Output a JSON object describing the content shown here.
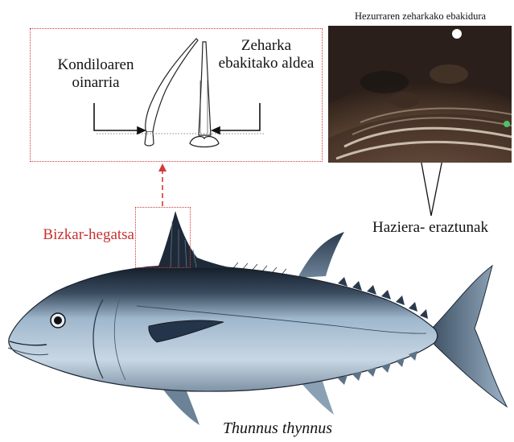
{
  "labels": {
    "condyle_base": "Kondiloaren oinarria",
    "cross_section_area": "Zeharka ebakitako aldea",
    "bone_cross_section": "Hezurraren zeharkako ebakidura",
    "growth_rings": "Haziera- eraztunak",
    "dorsal_fin": "Bizkar-hegatsa",
    "species": "Thunnus thynnus"
  },
  "colors": {
    "red_dotted": "#d23a3a",
    "label_red": "#c83232",
    "fish_body": "#9fb7cc",
    "fish_back": "#1e2a38"
  }
}
